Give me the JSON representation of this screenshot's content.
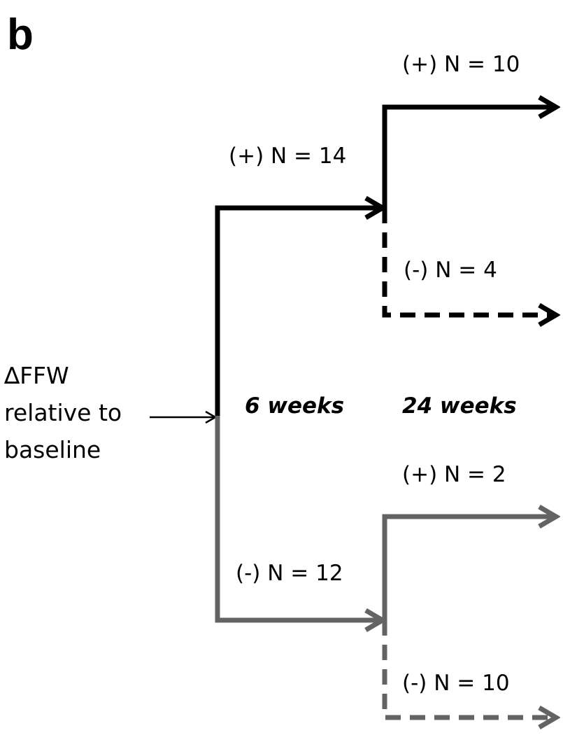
{
  "panel_label": "b",
  "input_label": {
    "line1": "∆FFW",
    "line2": "relative to",
    "line3": "baseline"
  },
  "time_labels": {
    "first": "6 weeks",
    "second": "24 weeks"
  },
  "branches": {
    "positive_6w": "(+) N = 14",
    "negative_6w": "(-) N = 12",
    "positive_positive_24w": "(+) N = 10",
    "positive_negative_24w": "(-) N = 4",
    "negative_positive_24w": "(+) N = 2",
    "negative_negative_24w": "(-) N = 10"
  },
  "colors": {
    "positive_branch": "#000000",
    "negative_branch": "#636363",
    "text": "#000000"
  }
}
